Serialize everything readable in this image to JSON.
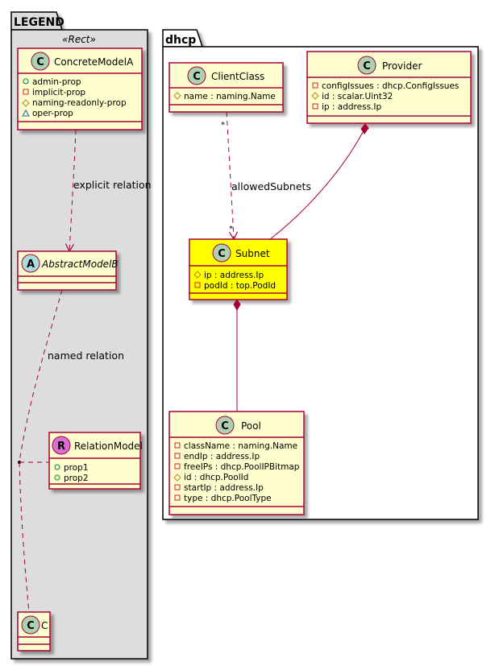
{
  "colors": {
    "class_fill": "#FEFECE",
    "highlight_fill": "#FFFF00",
    "class_border": "#A80036",
    "legend_bg": "#DDDDDD",
    "spot_class": "#ADD1B2",
    "spot_abstract": "#A9DCDF",
    "spot_relation": "#DA70D6",
    "vis_public": "#038048",
    "vis_private": "#C82930",
    "vis_protected": "#B38D22",
    "vis_package": "#1963A0"
  },
  "packages": {
    "legend": {
      "title": "LEGEND",
      "stereotype": "«Rect»",
      "classes": {
        "concrete": {
          "spot": "C",
          "name": "ConcreteModelA",
          "attributes": [
            {
              "visibility": "public",
              "icon": "circle-icon",
              "text": "admin-prop"
            },
            {
              "visibility": "private",
              "icon": "square-icon",
              "text": "implicit-prop"
            },
            {
              "visibility": "protected",
              "icon": "diamond-icon",
              "text": "naming-readonly-prop"
            },
            {
              "visibility": "package",
              "icon": "triangle-icon",
              "text": "oper-prop"
            }
          ]
        },
        "abstract": {
          "spot": "A",
          "name": "AbstractModelB",
          "attributes": []
        },
        "relation": {
          "spot": "R",
          "name": "RelationModel",
          "attributes": [
            {
              "visibility": "public",
              "icon": "circle-icon",
              "text": "prop1"
            },
            {
              "visibility": "public",
              "icon": "circle-icon",
              "text": "prop2"
            }
          ]
        },
        "c": {
          "spot": "C",
          "name": "C",
          "attributes": []
        }
      },
      "edges": {
        "explicit": "explicit relation",
        "named": "named relation"
      }
    },
    "dhcp": {
      "title": "dhcp",
      "classes": {
        "clientclass": {
          "spot": "C",
          "name": "ClientClass",
          "attributes": [
            {
              "visibility": "protected",
              "icon": "diamond-icon",
              "text": "name : naming.Name"
            }
          ]
        },
        "provider": {
          "spot": "C",
          "name": "Provider",
          "attributes": [
            {
              "visibility": "private",
              "icon": "square-icon",
              "text": "configIssues : dhcp.ConfigIssues"
            },
            {
              "visibility": "protected",
              "icon": "diamond-icon",
              "text": "id : scalar.Uint32"
            },
            {
              "visibility": "private",
              "icon": "square-icon",
              "text": "ip : address.Ip"
            }
          ]
        },
        "subnet": {
          "spot": "C",
          "name": "Subnet",
          "highlighted": true,
          "attributes": [
            {
              "visibility": "protected",
              "icon": "diamond-icon",
              "text": "ip : address.Ip"
            },
            {
              "visibility": "private",
              "icon": "square-icon",
              "text": "podId : top.PodId"
            }
          ]
        },
        "pool": {
          "spot": "C",
          "name": "Pool",
          "attributes": [
            {
              "visibility": "private",
              "icon": "square-icon",
              "text": "className : naming.Name"
            },
            {
              "visibility": "private",
              "icon": "square-icon",
              "text": "endIp : address.Ip"
            },
            {
              "visibility": "private",
              "icon": "square-icon",
              "text": "freeIPs : dhcp.PoolIPBitmap"
            },
            {
              "visibility": "protected",
              "icon": "diamond-icon",
              "text": "id : dhcp.PoolId"
            },
            {
              "visibility": "private",
              "icon": "square-icon",
              "text": "startIp : address.Ip"
            },
            {
              "visibility": "private",
              "icon": "square-icon",
              "text": "type : dhcp.PoolType"
            }
          ]
        }
      },
      "edges": {
        "allowed": {
          "label": "allowedSubnets",
          "source_mult": "*",
          "target_mult": "*"
        }
      }
    }
  }
}
